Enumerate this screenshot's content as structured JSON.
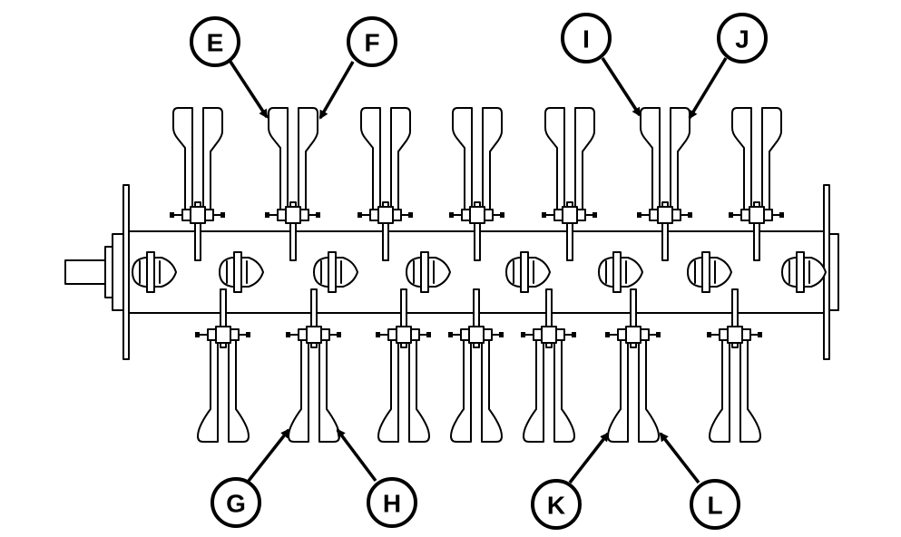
{
  "callouts": [
    {
      "id": "E",
      "text": "E"
    },
    {
      "id": "F",
      "text": "F"
    },
    {
      "id": "I",
      "text": "I"
    },
    {
      "id": "J",
      "text": "J"
    },
    {
      "id": "G",
      "text": "G"
    },
    {
      "id": "H",
      "text": "H"
    },
    {
      "id": "K",
      "text": "K"
    },
    {
      "id": "L",
      "text": "L"
    }
  ]
}
